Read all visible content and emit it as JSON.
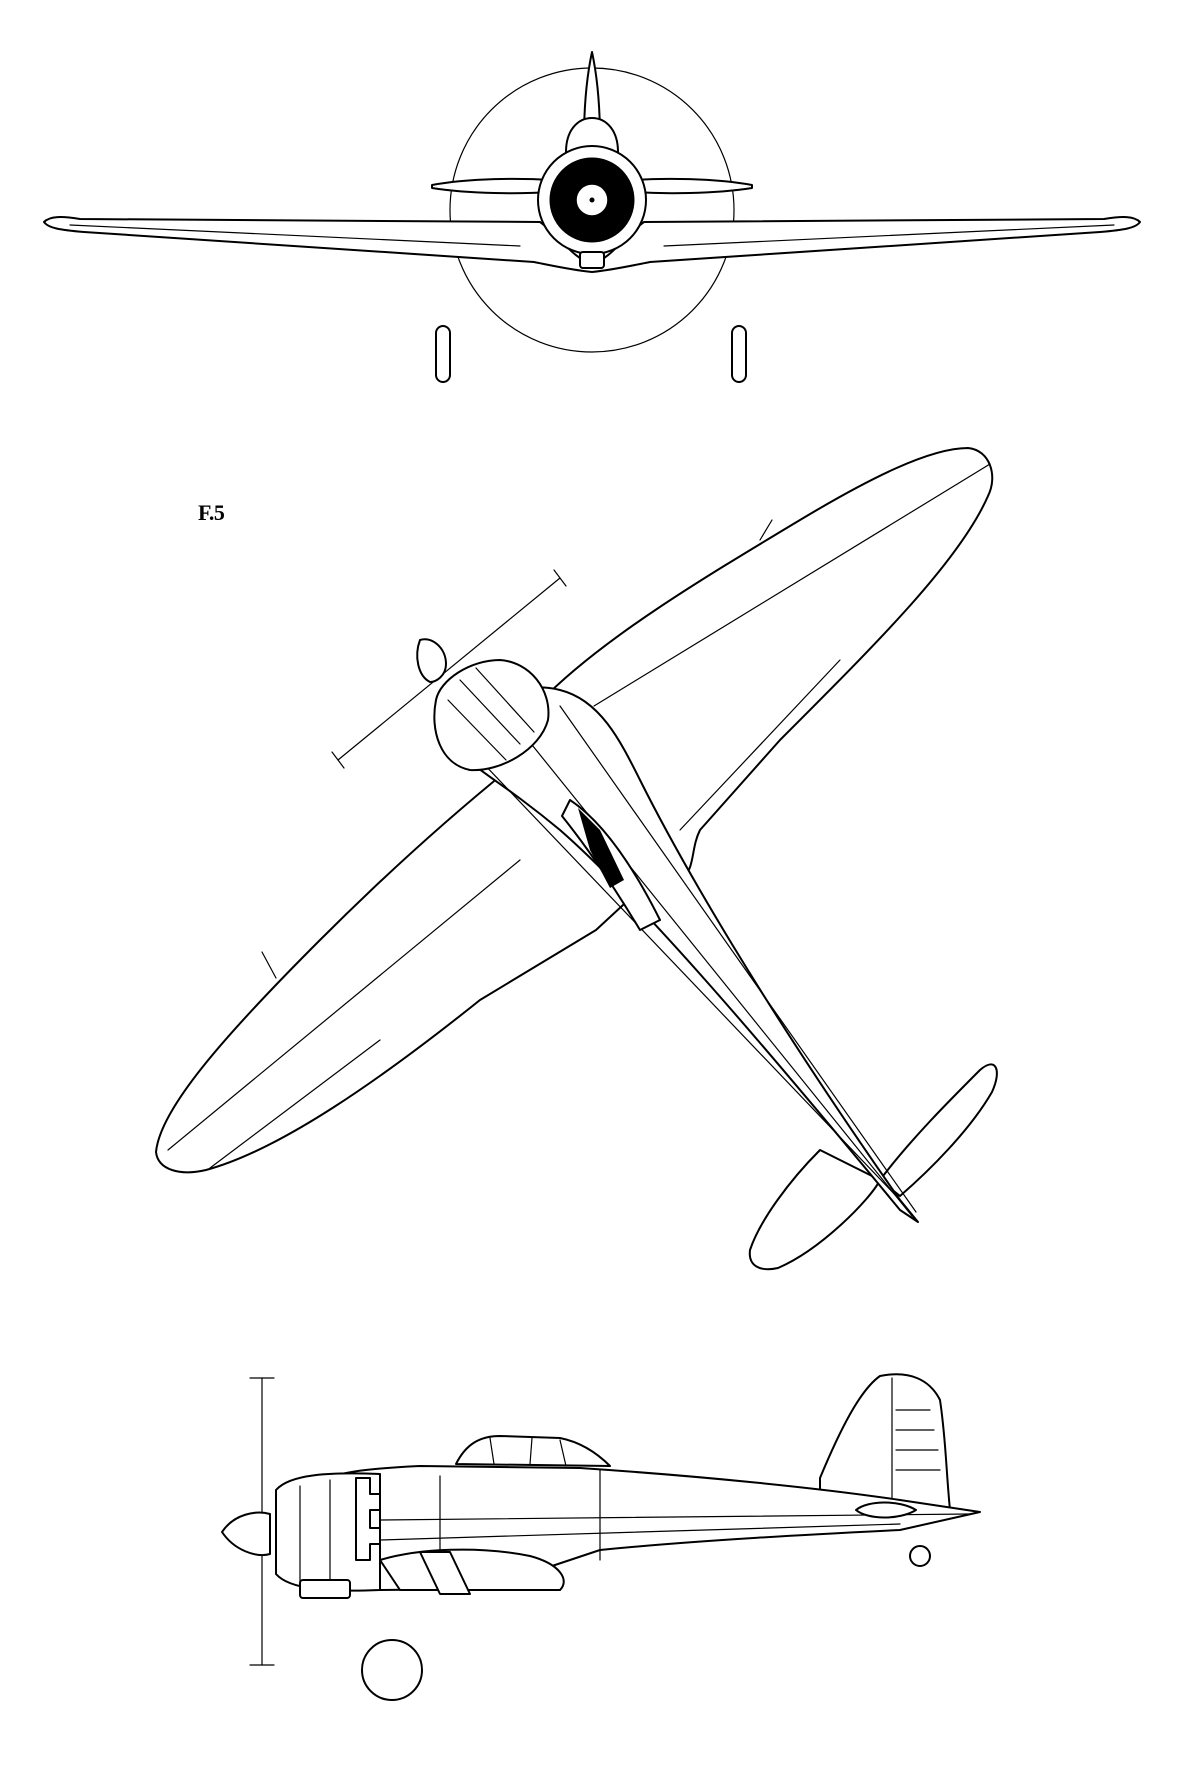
{
  "figure": {
    "label": "F.5"
  },
  "views": [
    {
      "name": "front-view"
    },
    {
      "name": "plan-view"
    },
    {
      "name": "side-view"
    }
  ],
  "colors": {
    "ink": "#000000",
    "paper": "#ffffff"
  }
}
